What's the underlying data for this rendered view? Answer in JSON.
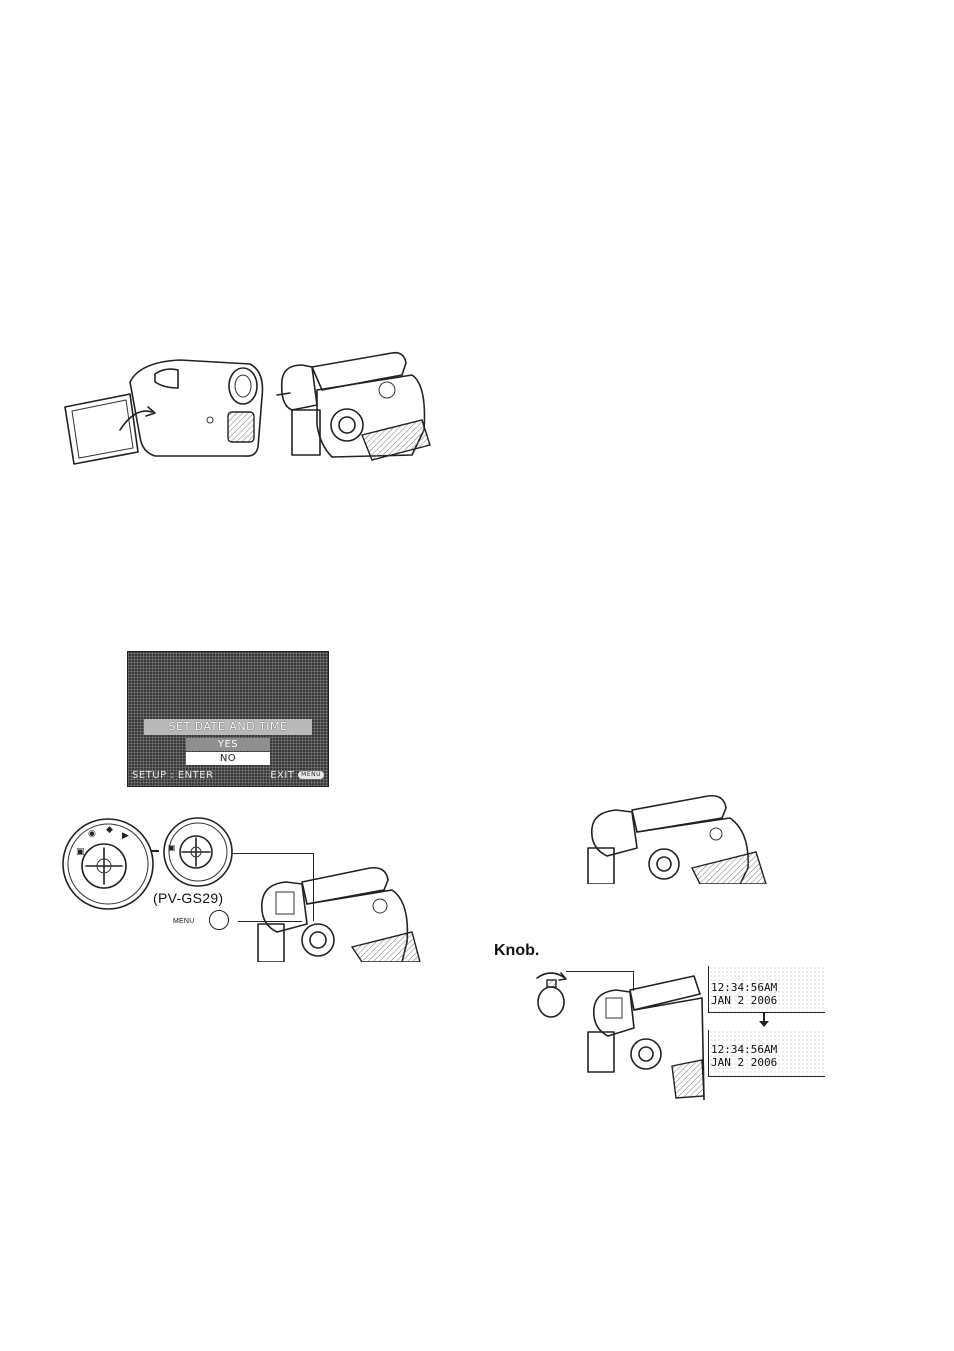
{
  "menu_screen": {
    "title": "SET DATE AND TIME",
    "option_yes": "YES",
    "option_no": "NO",
    "footer_setup": "SETUP : ENTER",
    "footer_exit": "EXIT",
    "footer_exit_button": "MENU"
  },
  "labels": {
    "model": "(PV-GS29)",
    "menu_button": "MENU",
    "knob": "Knob."
  },
  "time_display": {
    "before": {
      "time": "12:34:56AM",
      "date": "JAN  2 2006"
    },
    "after": {
      "time": "12:34:56AM",
      "date": "JAN  2 2006"
    }
  },
  "icons": [
    "camcorder-lcd-open-illustration",
    "camcorder-viewfinder-illustration",
    "mode-dial-icon",
    "joystick-icon",
    "menu-button-icon",
    "knob-icon",
    "arrow-down-icon"
  ]
}
